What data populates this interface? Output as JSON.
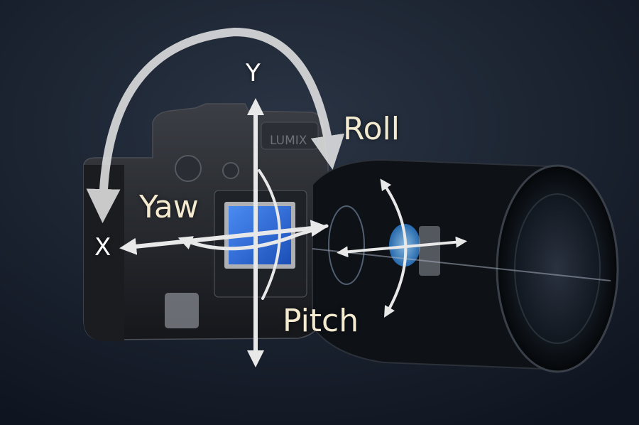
{
  "labels": {
    "y_axis": "Y",
    "x_axis": "X",
    "roll": "Roll",
    "yaw": "Yaw",
    "pitch": "Pitch"
  },
  "camera": {
    "brand_mark": "LUMIX"
  },
  "colors": {
    "background": "#131a26",
    "label_text": "#f3ead0",
    "arrow": "#e8e8e8",
    "sensor": "#2f6ce0"
  }
}
